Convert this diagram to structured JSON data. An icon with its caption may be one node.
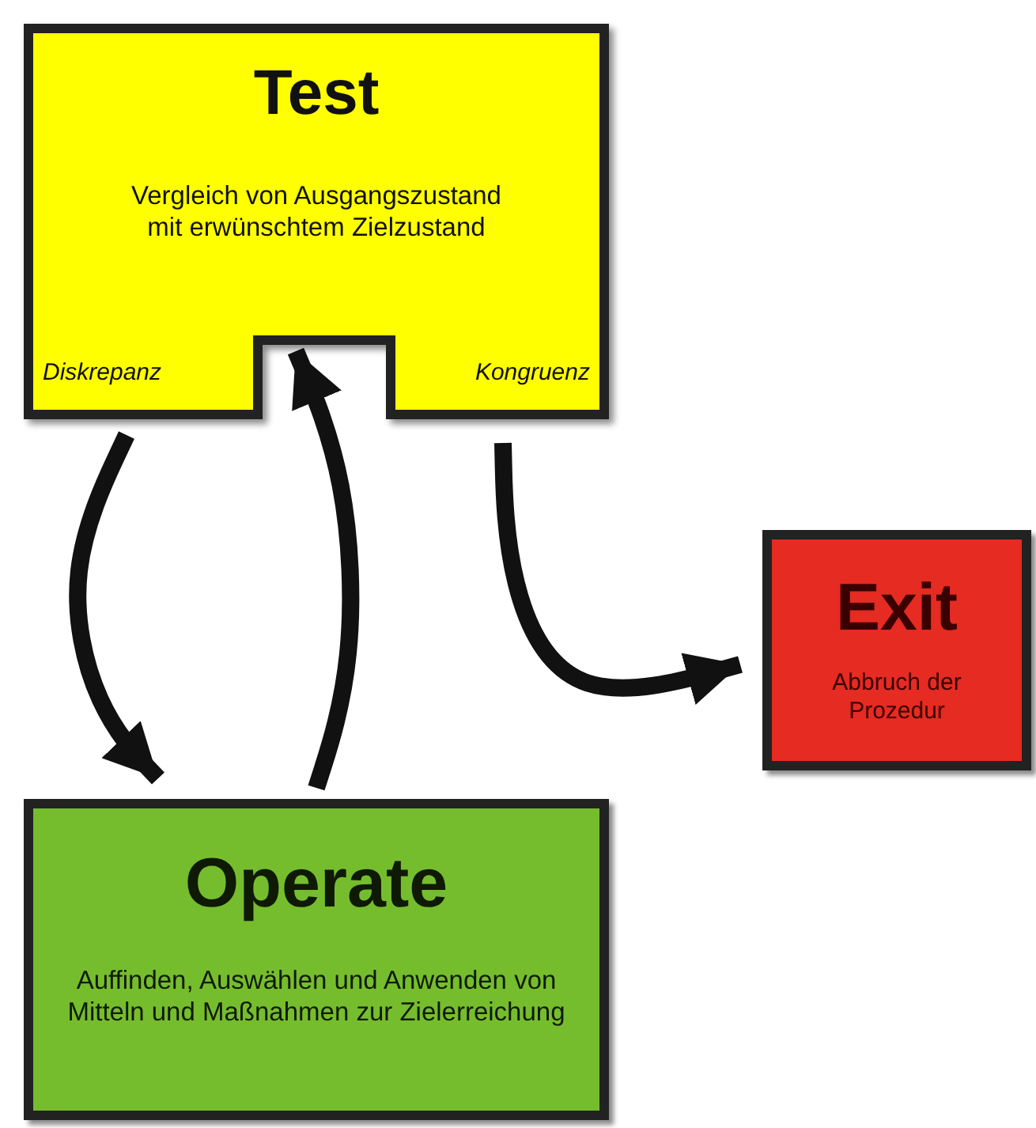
{
  "diagram": {
    "nodes": [
      {
        "text": [
          "Test",
          "Vergleich von Ausgangszustand mit erwünschtem Zielzustand",
          "Diskrepanz",
          "Kongruenz"
        ]
      },
      {
        "text": [
          "Exit",
          "Abbruch der Prozedur"
        ]
      },
      {
        "text": [
          "Operate",
          "Auffinden, Auswählen und Anwenden von Mitteln und Maßnahmen zur Zielerreichung"
        ]
      }
    ],
    "edges": [
      {
        "from": 0,
        "to": 2,
        "arrow": "to"
      },
      {
        "from": 2,
        "to": 0,
        "arrow": "to"
      },
      {
        "from": 0,
        "to": 1,
        "arrow": "to"
      }
    ]
  }
}
